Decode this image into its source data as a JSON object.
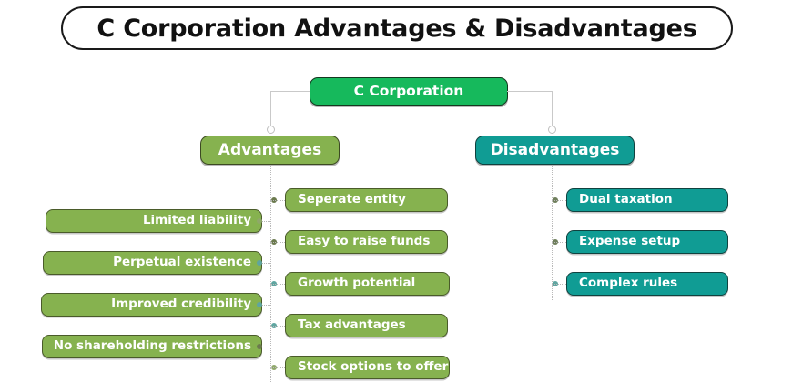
{
  "title": "C Corporation Advantages & Disadvantages",
  "root": {
    "label": "C Corporation"
  },
  "branches": {
    "advantages": {
      "label": "Advantages"
    },
    "disadvantages": {
      "label": "Disadvantages"
    }
  },
  "advantages_left": [
    {
      "label": "Limited liability"
    },
    {
      "label": "Perpetual existence"
    },
    {
      "label": "Improved credibility"
    },
    {
      "label": "No shareholding restrictions"
    }
  ],
  "advantages_right": [
    {
      "label": "Seperate entity"
    },
    {
      "label": "Easy to raise funds"
    },
    {
      "label": "Growth potential"
    },
    {
      "label": "Tax advantages"
    },
    {
      "label": "Stock options to offer"
    }
  ],
  "disadvantages": [
    {
      "label": "Dual taxation"
    },
    {
      "label": "Expense setup"
    },
    {
      "label": "Complex rules"
    }
  ],
  "colors": {
    "root_green": "#16b95c",
    "advantage_green": "#86b24f",
    "disadvantage_teal": "#109c94",
    "connector_gray": "#c9c9c9",
    "title_border": "#1a1a1a",
    "background": "#ffffff",
    "text_on_fill": "#ffffff",
    "title_text": "#111111"
  }
}
